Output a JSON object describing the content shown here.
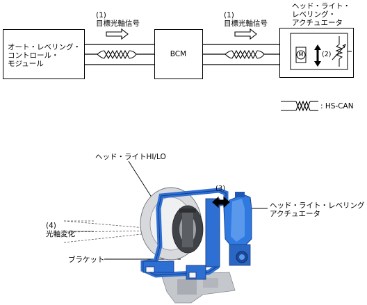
{
  "top_diagram": {
    "module_box": {
      "line1": "オート・レベリング・",
      "line2": "コントロール・",
      "line3": "モジュール"
    },
    "bcm_box": {
      "label": "BCM"
    },
    "actuator_box": {
      "title1": "ヘッド・ライト・",
      "title2": "レベリング・",
      "title3": "アクチュエータ",
      "motor_symbol": "M",
      "motion_label": "(2)"
    },
    "signal_left": {
      "number": "(1)",
      "label": "目標光軸信号"
    },
    "signal_right": {
      "number": "(1)",
      "label": "目標光軸信号"
    },
    "legend": {
      "label": ": HS-CAN"
    }
  },
  "bottom_diagram": {
    "headlight_label": "ヘッド・ライトHI/LO",
    "actuator_label1": "ヘッド・ライト・レベリング・",
    "actuator_label2": "アクチュエータ",
    "motion_label": "(3)",
    "axis_change_number": "(4)",
    "axis_change_label": "光軸変化",
    "bracket_label": "ブラケット"
  },
  "colors": {
    "line": "#000000",
    "assembly_blue": "#2d6fd3",
    "assembly_dark": "#1a3f8a",
    "assembly_grey": "#b8bcc2"
  }
}
